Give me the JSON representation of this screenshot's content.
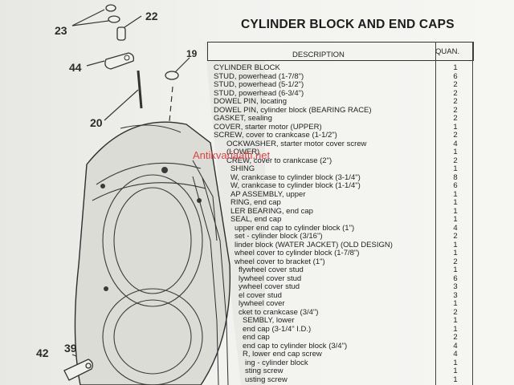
{
  "title": "CYLINDER BLOCK AND END CAPS",
  "header": {
    "description": "DESCRIPTION",
    "quantity": "QUAN."
  },
  "watermark": "Antikvariaatti.net",
  "callouts": [
    "23",
    "22",
    "44",
    "19",
    "20",
    "42",
    "39"
  ],
  "rows": [
    {
      "desc": "CYLINDER BLOCK",
      "qty": "1"
    },
    {
      "desc": "STUD, powerhead (1-7/8\")",
      "qty": "6"
    },
    {
      "desc": "STUD, powerhead (5-1/2\")",
      "qty": "2"
    },
    {
      "desc": "STUD, powerhead (6-3/4\")",
      "qty": "2"
    },
    {
      "desc": "DOWEL PIN, locating",
      "qty": "2"
    },
    {
      "desc": "DOWEL PIN, cylinder block (BEARING RACE)",
      "qty": "2"
    },
    {
      "desc": "GASKET, sealing",
      "qty": "2"
    },
    {
      "desc": "COVER, starter motor (UPPER)",
      "qty": "1"
    },
    {
      "desc": "SCREW, cover to crankcase (1-1/2\")",
      "qty": "2"
    },
    {
      "desc": "OCKWASHER, starter motor cover screw",
      "qty": "4"
    },
    {
      "desc": "(LOWER)",
      "qty": "1"
    },
    {
      "desc": "CREW, cover to crankcase (2\")",
      "qty": "2"
    },
    {
      "desc": "SHING",
      "qty": "1"
    },
    {
      "desc": "W, crankcase to cylinder block (3-1/4\")",
      "qty": "8"
    },
    {
      "desc": "W, crankcase to cylinder block (1-1/4\")",
      "qty": "6"
    },
    {
      "desc": "AP ASSEMBLY, upper",
      "qty": "1"
    },
    {
      "desc": "RING, end cap",
      "qty": "1"
    },
    {
      "desc": "LER BEARING, end cap",
      "qty": "1"
    },
    {
      "desc": "SEAL, end cap",
      "qty": "1"
    },
    {
      "desc": "upper end cap to cylinder block (1\")",
      "qty": "4"
    },
    {
      "desc": "set - cylinder block (3/16\")",
      "qty": "2"
    },
    {
      "desc": "linder block (WATER JACKET) (OLD DESIGN)",
      "qty": "1"
    },
    {
      "desc": "wheel cover to cylinder block (1-7/8\")",
      "qty": "1"
    },
    {
      "desc": "wheel cover to bracket (1\")",
      "qty": "2"
    },
    {
      "desc": "flywheel cover stud",
      "qty": "1"
    },
    {
      "desc": "lywheel cover stud",
      "qty": "6"
    },
    {
      "desc": "ywheel cover stud",
      "qty": "3"
    },
    {
      "desc": "el cover stud",
      "qty": "3"
    },
    {
      "desc": "lywheel cover",
      "qty": "1"
    },
    {
      "desc": "cket to crankcase (3/4\")",
      "qty": "2"
    },
    {
      "desc": "SEMBLY, lower",
      "qty": "1"
    },
    {
      "desc": "end cap (3-1/4\" I.D.)",
      "qty": "1"
    },
    {
      "desc": "end cap",
      "qty": "2"
    },
    {
      "desc": "end cap to cylinder block (3/4\")",
      "qty": "4"
    },
    {
      "desc": "R, lower end cap screw",
      "qty": "4"
    },
    {
      "desc": "ing - cylinder block",
      "qty": "1"
    },
    {
      "desc": "sting screw",
      "qty": "1"
    },
    {
      "desc": "usting screw",
      "qty": "1"
    }
  ]
}
